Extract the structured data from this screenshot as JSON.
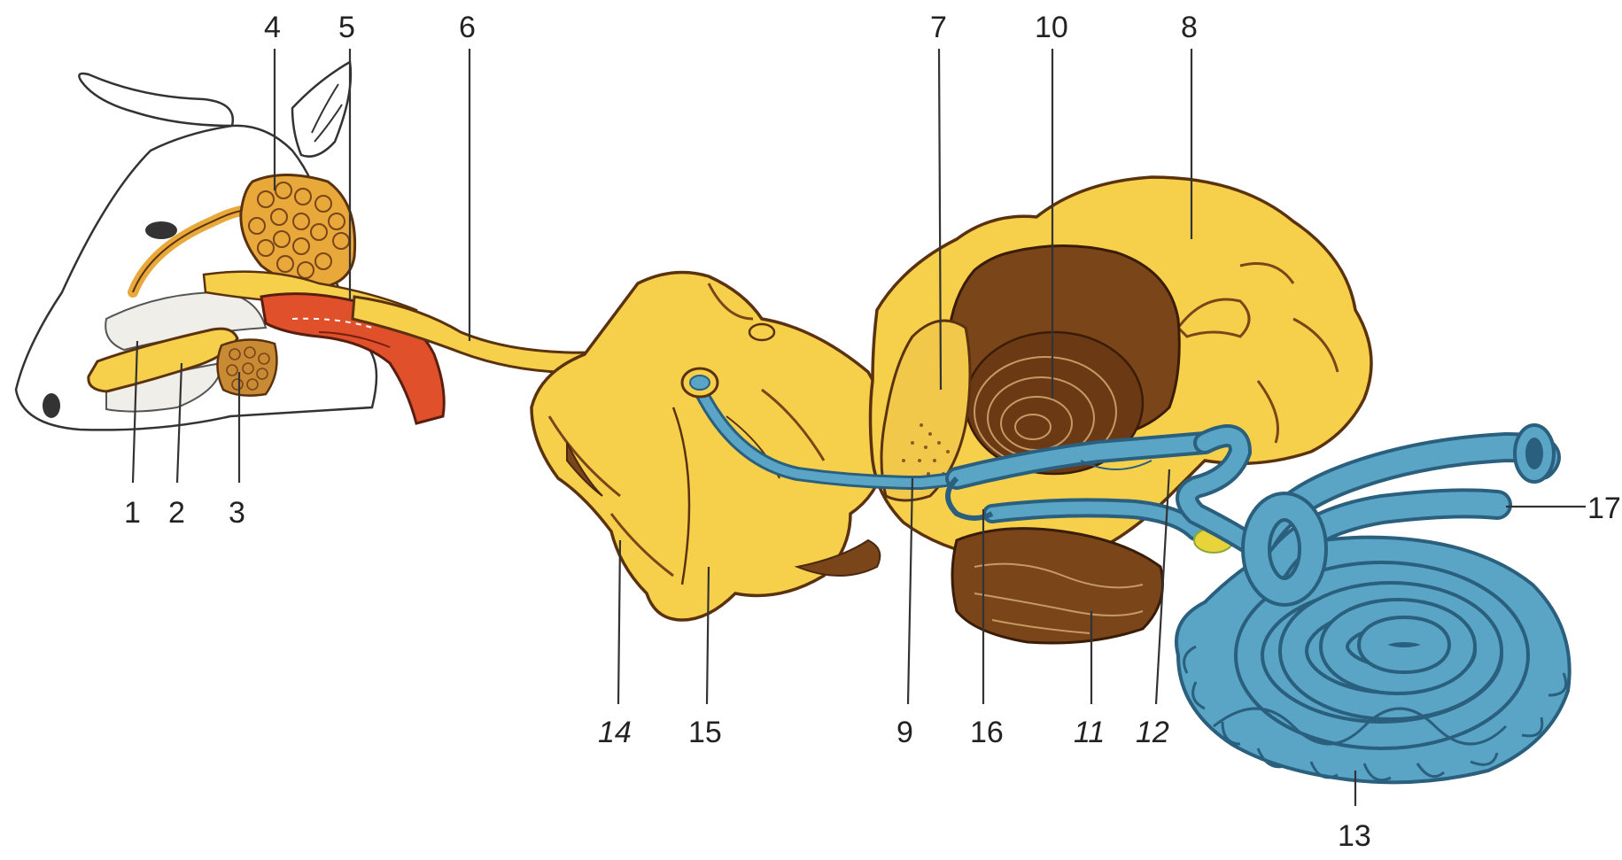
{
  "diagram": {
    "labels": [
      {
        "id": "1",
        "text": "1"
      },
      {
        "id": "2",
        "text": "2"
      },
      {
        "id": "3",
        "text": "3"
      },
      {
        "id": "4",
        "text": "4"
      },
      {
        "id": "5",
        "text": "5"
      },
      {
        "id": "6",
        "text": "6"
      },
      {
        "id": "7",
        "text": "7"
      },
      {
        "id": "8",
        "text": "8"
      },
      {
        "id": "9",
        "text": "9"
      },
      {
        "id": "10",
        "text": "10"
      },
      {
        "id": "11",
        "text": "11"
      },
      {
        "id": "12",
        "text": "12"
      },
      {
        "id": "13",
        "text": "13"
      },
      {
        "id": "14",
        "text": "14"
      },
      {
        "id": "15",
        "text": "15"
      },
      {
        "id": "16",
        "text": "16"
      },
      {
        "id": "17",
        "text": "17"
      }
    ],
    "colors": {
      "stomach": "#f7d04b",
      "tissue_brown": "#7a4519",
      "intestine": "#5aa4c6",
      "intestine_outline": "#2a5f7d",
      "pharynx": "#e0502a",
      "saliva_gland": "#e9a83a"
    }
  }
}
